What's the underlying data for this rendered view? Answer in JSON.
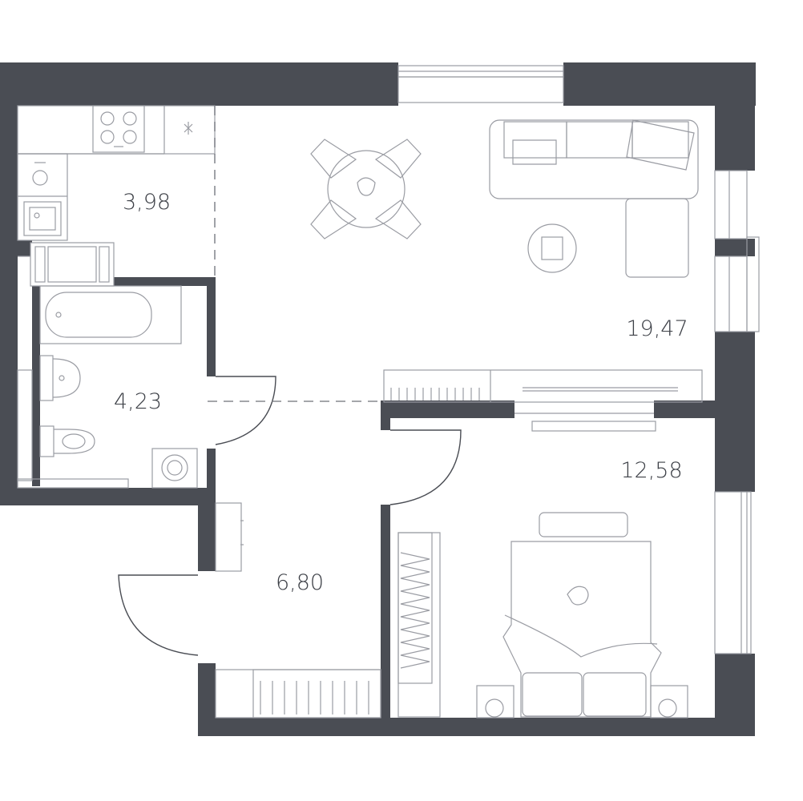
{
  "plan": {
    "rooms": [
      {
        "id": "kitchen",
        "area": "3,98"
      },
      {
        "id": "bathroom",
        "area": "4,23"
      },
      {
        "id": "living-room",
        "area": "19,47"
      },
      {
        "id": "bedroom",
        "area": "12,58"
      },
      {
        "id": "hallway",
        "area": "6,80"
      }
    ]
  },
  "colors": {
    "wall": "#4a4d54",
    "furniture_line": "#9a9ca3",
    "background": "#ffffff"
  }
}
